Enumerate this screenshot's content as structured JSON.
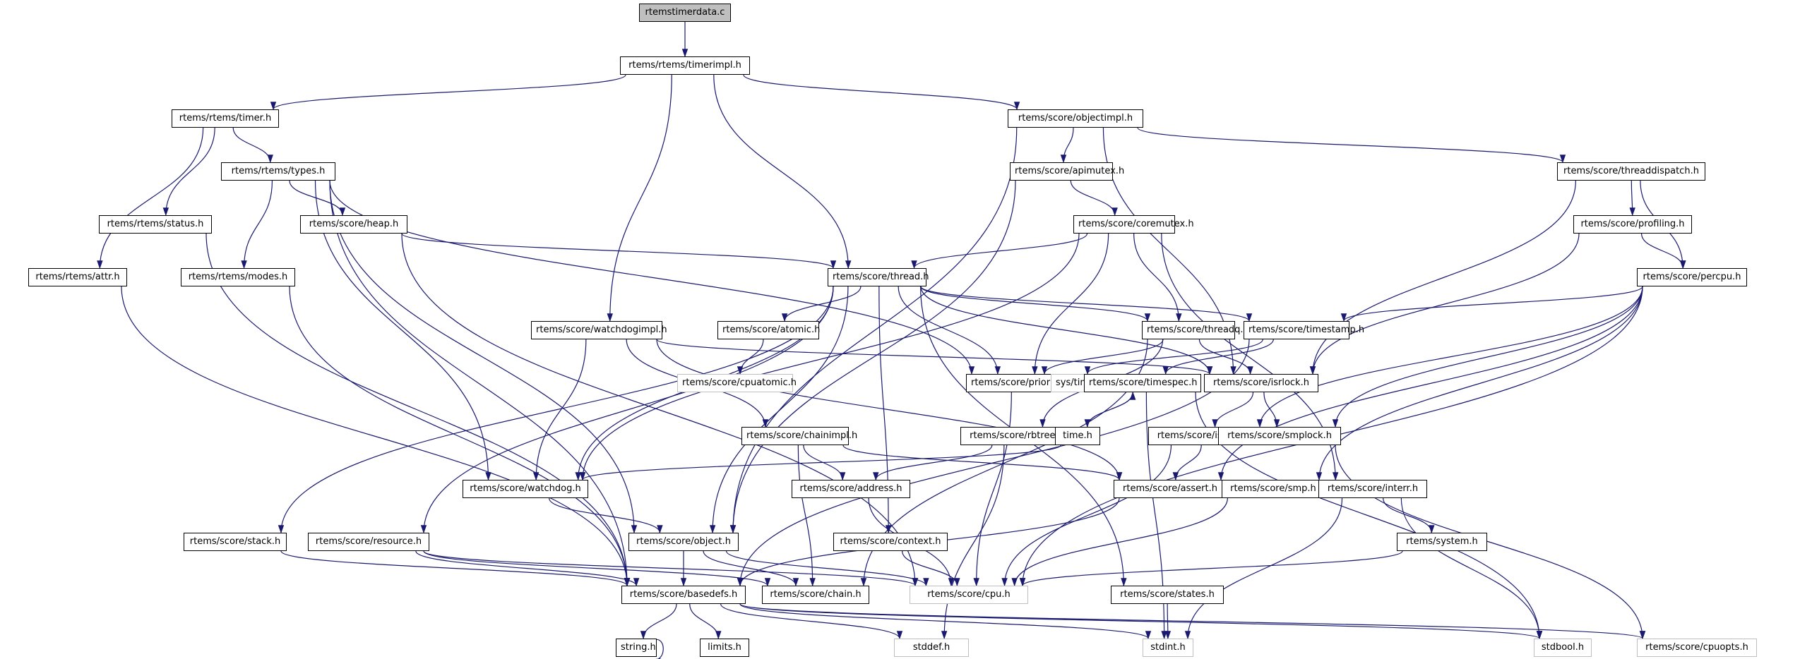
{
  "diagram": {
    "title": "rtemstimerdata.c include dependency graph",
    "edge_color": "#191970",
    "nodes": [
      {
        "id": "root",
        "label": "rtemstimerdata.c",
        "kind": "root"
      },
      {
        "id": "timerimpl",
        "label": "rtems/rtems/timerimpl.h",
        "kind": "doc"
      },
      {
        "id": "timer",
        "label": "rtems/rtems/timer.h",
        "kind": "doc"
      },
      {
        "id": "objectimpl",
        "label": "rtems/score/objectimpl.h",
        "kind": "doc"
      },
      {
        "id": "types",
        "label": "rtems/rtems/types.h",
        "kind": "doc"
      },
      {
        "id": "apimutex",
        "label": "rtems/score/apimutex.h",
        "kind": "doc"
      },
      {
        "id": "threaddispatch",
        "label": "rtems/score/threaddispatch.h",
        "kind": "doc"
      },
      {
        "id": "status",
        "label": "rtems/rtems/status.h",
        "kind": "doc"
      },
      {
        "id": "heap",
        "label": "rtems/score/heap.h",
        "kind": "doc"
      },
      {
        "id": "coremutex",
        "label": "rtems/score/coremutex.h",
        "kind": "doc"
      },
      {
        "id": "profiling",
        "label": "rtems/score/profiling.h",
        "kind": "doc"
      },
      {
        "id": "attr",
        "label": "rtems/rtems/attr.h",
        "kind": "doc"
      },
      {
        "id": "modes",
        "label": "rtems/rtems/modes.h",
        "kind": "doc"
      },
      {
        "id": "thread",
        "label": "rtems/score/thread.h",
        "kind": "doc"
      },
      {
        "id": "percpu",
        "label": "rtems/score/percpu.h",
        "kind": "doc"
      },
      {
        "id": "watchdogimpl",
        "label": "rtems/score/watchdogimpl.h",
        "kind": "doc"
      },
      {
        "id": "atomic",
        "label": "rtems/score/atomic.h",
        "kind": "doc"
      },
      {
        "id": "threadq",
        "label": "rtems/score/threadq.h",
        "kind": "doc"
      },
      {
        "id": "timestamp",
        "label": "rtems/score/timestamp.h",
        "kind": "doc"
      },
      {
        "id": "cpuatomic",
        "label": "rtems/score/cpuatomic.h",
        "kind": "ext"
      },
      {
        "id": "priority",
        "label": "rtems/score/priority.h",
        "kind": "doc"
      },
      {
        "id": "systime",
        "label": "sys/time.h",
        "kind": "ext"
      },
      {
        "id": "timespec",
        "label": "rtems/score/timespec.h",
        "kind": "doc"
      },
      {
        "id": "isrlock",
        "label": "rtems/score/isrlock.h",
        "kind": "doc"
      },
      {
        "id": "chainimpl",
        "label": "rtems/score/chainimpl.h",
        "kind": "doc"
      },
      {
        "id": "rbtree",
        "label": "rtems/score/rbtree.h",
        "kind": "doc"
      },
      {
        "id": "timeh",
        "label": "time.h",
        "kind": "doc"
      },
      {
        "id": "isrlevel",
        "label": "rtems/score/isrlevel.h",
        "kind": "doc"
      },
      {
        "id": "smplock",
        "label": "rtems/score/smplock.h",
        "kind": "doc"
      },
      {
        "id": "watchdog",
        "label": "rtems/score/watchdog.h",
        "kind": "doc"
      },
      {
        "id": "address",
        "label": "rtems/score/address.h",
        "kind": "doc"
      },
      {
        "id": "assert",
        "label": "rtems/score/assert.h",
        "kind": "doc"
      },
      {
        "id": "smp",
        "label": "rtems/score/smp.h",
        "kind": "doc"
      },
      {
        "id": "interr",
        "label": "rtems/score/interr.h",
        "kind": "doc"
      },
      {
        "id": "stack",
        "label": "rtems/score/stack.h",
        "kind": "doc"
      },
      {
        "id": "resource",
        "label": "rtems/score/resource.h",
        "kind": "doc"
      },
      {
        "id": "object",
        "label": "rtems/score/object.h",
        "kind": "doc"
      },
      {
        "id": "context",
        "label": "rtems/score/context.h",
        "kind": "doc"
      },
      {
        "id": "system",
        "label": "rtems/system.h",
        "kind": "doc"
      },
      {
        "id": "basedefs",
        "label": "rtems/score/basedefs.h",
        "kind": "doc"
      },
      {
        "id": "chain",
        "label": "rtems/score/chain.h",
        "kind": "doc"
      },
      {
        "id": "cpu",
        "label": "rtems/score/cpu.h",
        "kind": "ext"
      },
      {
        "id": "states",
        "label": "rtems/score/states.h",
        "kind": "doc"
      },
      {
        "id": "stringh",
        "label": "string.h",
        "kind": "doc"
      },
      {
        "id": "limits",
        "label": "limits.h",
        "kind": "doc"
      },
      {
        "id": "stddef",
        "label": "stddef.h",
        "kind": "ext"
      },
      {
        "id": "stdint",
        "label": "stdint.h",
        "kind": "ext"
      },
      {
        "id": "stdbool",
        "label": "stdbool.h",
        "kind": "ext"
      },
      {
        "id": "cpuopts",
        "label": "rtems/score/cpuopts.h",
        "kind": "ext"
      }
    ],
    "edges": [
      [
        "root",
        "timerimpl"
      ],
      [
        "timerimpl",
        "timer"
      ],
      [
        "timerimpl",
        "objectimpl"
      ],
      [
        "timerimpl",
        "thread"
      ],
      [
        "timerimpl",
        "watchdogimpl"
      ],
      [
        "timer",
        "types"
      ],
      [
        "timer",
        "status"
      ],
      [
        "timer",
        "attr"
      ],
      [
        "types",
        "heap"
      ],
      [
        "types",
        "modes"
      ],
      [
        "types",
        "object"
      ],
      [
        "types",
        "watchdog"
      ],
      [
        "types",
        "priority"
      ],
      [
        "types",
        "basedefs"
      ],
      [
        "objectimpl",
        "apimutex"
      ],
      [
        "objectimpl",
        "threaddispatch"
      ],
      [
        "objectimpl",
        "isrlock"
      ],
      [
        "objectimpl",
        "object"
      ],
      [
        "apimutex",
        "coremutex"
      ],
      [
        "apimutex",
        "object"
      ],
      [
        "threaddispatch",
        "profiling"
      ],
      [
        "threaddispatch",
        "percpu"
      ],
      [
        "threaddispatch",
        "isrlock"
      ],
      [
        "profiling",
        "percpu"
      ],
      [
        "profiling",
        "isrlock"
      ],
      [
        "coremutex",
        "thread"
      ],
      [
        "coremutex",
        "threadq"
      ],
      [
        "coremutex",
        "priority"
      ],
      [
        "coremutex",
        "watchdog"
      ],
      [
        "coremutex",
        "interr"
      ],
      [
        "heap",
        "thread"
      ],
      [
        "heap",
        "cpu"
      ],
      [
        "status",
        "basedefs"
      ],
      [
        "attr",
        "basedefs"
      ],
      [
        "modes",
        "basedefs"
      ],
      [
        "thread",
        "atomic"
      ],
      [
        "thread",
        "threadq"
      ],
      [
        "thread",
        "timestamp"
      ],
      [
        "thread",
        "priority"
      ],
      [
        "thread",
        "isrlock"
      ],
      [
        "thread",
        "object"
      ],
      [
        "thread",
        "watchdog"
      ],
      [
        "thread",
        "stack"
      ],
      [
        "thread",
        "resource"
      ],
      [
        "thread",
        "context"
      ],
      [
        "thread",
        "states"
      ],
      [
        "percpu",
        "timestamp"
      ],
      [
        "percpu",
        "isrlevel"
      ],
      [
        "percpu",
        "smplock"
      ],
      [
        "percpu",
        "assert"
      ],
      [
        "percpu",
        "smp"
      ],
      [
        "percpu",
        "cpu"
      ],
      [
        "watchdogimpl",
        "isrlock"
      ],
      [
        "watchdogimpl",
        "chainimpl"
      ],
      [
        "watchdogimpl",
        "watchdog"
      ],
      [
        "watchdogimpl",
        "assert"
      ],
      [
        "atomic",
        "cpuatomic"
      ],
      [
        "threadq",
        "priority"
      ],
      [
        "threadq",
        "rbtree"
      ],
      [
        "threadq",
        "isrlock"
      ],
      [
        "threadq",
        "chain"
      ],
      [
        "timestamp",
        "systime"
      ],
      [
        "timestamp",
        "timespec"
      ],
      [
        "timestamp",
        "basedefs"
      ],
      [
        "timespec",
        "timeh"
      ],
      [
        "timespec",
        "stdbool"
      ],
      [
        "timespec",
        "stdint"
      ],
      [
        "timeh",
        "timespec"
      ],
      [
        "timeh",
        "watchdog"
      ],
      [
        "isrlock",
        "isrlevel"
      ],
      [
        "isrlock",
        "smplock"
      ],
      [
        "isrlevel",
        "assert"
      ],
      [
        "isrlevel",
        "cpu"
      ],
      [
        "smplock",
        "cpuopts"
      ],
      [
        "chainimpl",
        "address"
      ],
      [
        "chainimpl",
        "assert"
      ],
      [
        "chainimpl",
        "chain"
      ],
      [
        "rbtree",
        "address"
      ],
      [
        "rbtree",
        "stddef"
      ],
      [
        "priority",
        "cpu"
      ],
      [
        "watchdog",
        "object"
      ],
      [
        "address",
        "cpu"
      ],
      [
        "assert",
        "basedefs"
      ],
      [
        "smp",
        "cpu"
      ],
      [
        "interr",
        "system"
      ],
      [
        "interr",
        "stdbool"
      ],
      [
        "interr",
        "stdint"
      ],
      [
        "system",
        "cpu"
      ],
      [
        "stack",
        "basedefs"
      ],
      [
        "resource",
        "basedefs"
      ],
      [
        "resource",
        "chain"
      ],
      [
        "resource",
        "cpu"
      ],
      [
        "object",
        "basedefs"
      ],
      [
        "object",
        "chain"
      ],
      [
        "object",
        "cpu"
      ],
      [
        "context",
        "cpu"
      ],
      [
        "states",
        "stdint"
      ],
      [
        "basedefs",
        "stringh"
      ],
      [
        "basedefs",
        "limits"
      ],
      [
        "basedefs",
        "stddef"
      ],
      [
        "basedefs",
        "stdint"
      ],
      [
        "basedefs",
        "stdbool"
      ],
      [
        "basedefs",
        "cpuopts"
      ],
      [
        "stringh",
        "stringh"
      ]
    ]
  }
}
